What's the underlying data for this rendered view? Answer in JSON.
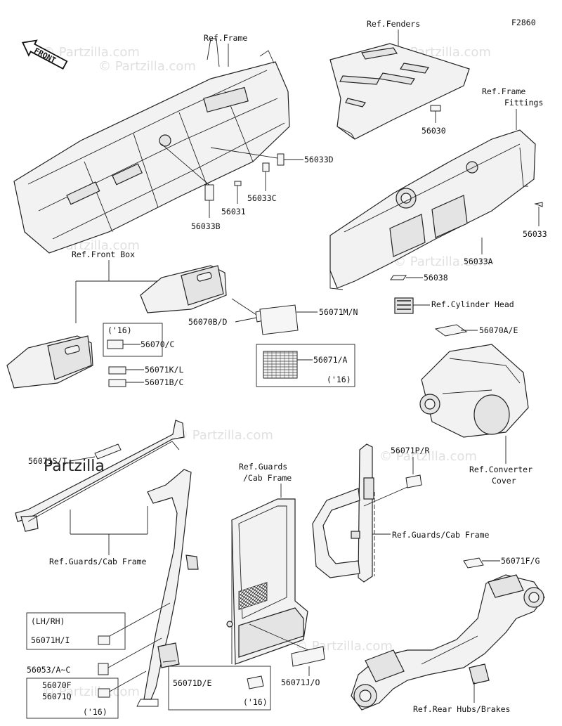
{
  "figure_code": "F2860",
  "front_label": "FRONT",
  "watermark": "© Partzilla.com",
  "watermark_logo": "Partzilla",
  "refs": {
    "frame": "Ref.Frame",
    "fenders": "Ref.Fenders",
    "frame_fittings_1": "Ref.Frame",
    "frame_fittings_2": "Fittings",
    "front_box": "Ref.Front Box",
    "cylinder_head": "Ref.Cylinder Head",
    "converter_1": "Ref.Converter",
    "converter_2": "Cover",
    "guards_left": "Ref.Guards/Cab Frame",
    "guards_mid_1": "Ref.Guards",
    "guards_mid_2": "/Cab Frame",
    "guards_right": "Ref.Guards/Cab Frame",
    "rear_hubs": "Ref.Rear Hubs/Brakes"
  },
  "parts": {
    "p56033D": "56033D",
    "p56033C": "56033C",
    "p56031": "56031",
    "p56033B": "56033B",
    "p56030": "56030",
    "p56033": "56033",
    "p56033A": "56033A",
    "p56038": "56038",
    "p56070BD": "56070B/D",
    "p56071MN": "56071M/N",
    "p56070C": "56070/C",
    "p56071KL": "56071K/L",
    "p56071BC": "56071B/C",
    "p56071A": "56071/A",
    "p56070AE": "56070A/E",
    "p56071ST": "56071S/T",
    "p56071PR": "56071P/R",
    "p56071FG": "56071F/G",
    "p56071HI": "56071H/I",
    "p56053AC": "56053/A~C",
    "p56070F": "56070F",
    "p56071Q": "56071Q",
    "p56071DE": "56071D/E",
    "p56071JO": "56071J/O"
  },
  "notes": {
    "y16_a": "('16)",
    "y16_b": "('16)",
    "y16_c": "('16)",
    "y16_d": "('16)",
    "lhrh": "(LH/RH)"
  }
}
